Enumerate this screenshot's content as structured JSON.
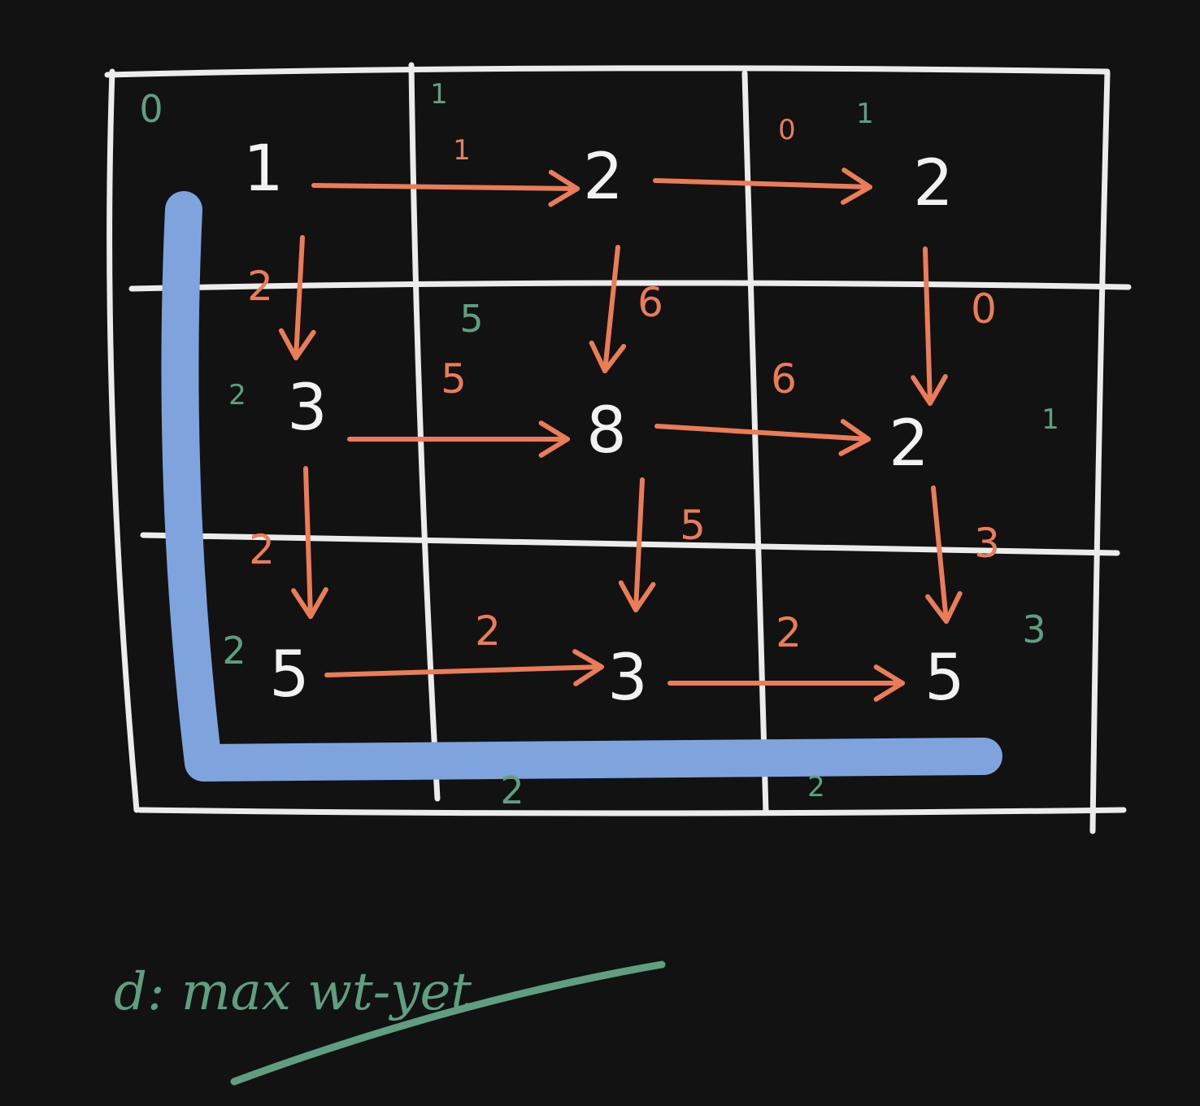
{
  "colors": {
    "background": "#121212",
    "grid": "#ececec",
    "edge": "#ea7d57",
    "annotation": "#5f9e80",
    "highlight": "#7ea3dd",
    "node": "#f2f2f2"
  },
  "grid": {
    "rows": 3,
    "cols": 3,
    "node_values": [
      [
        "1",
        "2",
        "2"
      ],
      [
        "3",
        "8",
        "2"
      ],
      [
        "5",
        "3",
        "5"
      ]
    ]
  },
  "edges": {
    "right": [
      {
        "from": "r0c0",
        "to": "r0c1",
        "weight": "1"
      },
      {
        "from": "r0c1",
        "to": "r0c2",
        "weight": "0"
      },
      {
        "from": "r1c0",
        "to": "r1c1",
        "weight": "5"
      },
      {
        "from": "r1c1",
        "to": "r1c2",
        "weight": "6"
      },
      {
        "from": "r2c0",
        "to": "r2c1",
        "weight": "2"
      },
      {
        "from": "r2c1",
        "to": "r2c2",
        "weight": "2"
      }
    ],
    "down": [
      {
        "from": "r0c0",
        "to": "r1c0",
        "weight": "2"
      },
      {
        "from": "r0c1",
        "to": "r1c1",
        "weight": "6"
      },
      {
        "from": "r0c2",
        "to": "r1c2",
        "weight": "0"
      },
      {
        "from": "r1c0",
        "to": "r2c0",
        "weight": "2"
      },
      {
        "from": "r1c1",
        "to": "r2c1",
        "weight": "5"
      },
      {
        "from": "r1c2",
        "to": "r2c2",
        "weight": "3"
      }
    ]
  },
  "annotations_green": {
    "top_left": "0",
    "top_c1": "1",
    "top_c2": "1",
    "left_r1": "2",
    "left_r2": "2",
    "mid_c1": "5",
    "right_r1": "1",
    "right_r2": "3",
    "bottom_c1": "2",
    "bottom_c2": "2"
  },
  "note": {
    "text": "d: max wt-yet"
  }
}
